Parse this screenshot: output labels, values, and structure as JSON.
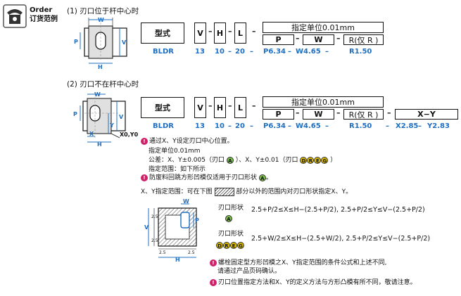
{
  "header": {
    "order_line1": "Order",
    "order_line2": "订货范例"
  },
  "section1": {
    "title": "(1) 刃口位于杆中心时",
    "diagram": {
      "w": "W",
      "p": "P",
      "v": "V",
      "h": "H"
    },
    "header_box": "指定单位0.01mm",
    "row1": [
      "型式",
      "V",
      "H",
      "L"
    ],
    "row2": [
      "P",
      "W",
      "R(仅 R )"
    ],
    "example": [
      "BLDR",
      "13",
      "10",
      "20",
      "P6.34",
      "W4.65",
      "R1.50"
    ]
  },
  "section2": {
    "title": "(2) 刃口不在杆中心时",
    "diagram": {
      "w": "W",
      "p": "P",
      "v": "V",
      "y": "Y",
      "x": "X",
      "h": "H",
      "origin": "X0,Y0"
    },
    "header_box": "指定单位0.01mm",
    "row1": [
      "型式",
      "V",
      "H",
      "L"
    ],
    "row2": [
      "P",
      "W",
      "R(仅 R )",
      "X−Y"
    ],
    "example": [
      "BLDR",
      "13",
      "10",
      "20",
      "P6.34",
      "W4.65",
      "R1.50",
      "X2.85",
      "Y2.83"
    ]
  },
  "notes": {
    "n1": "通过X、Y设定刃口中心位置。",
    "n1b": "指定单位0.01mm",
    "n1c_pre": "公差：X、Y±0.005（刃口",
    "n1c_mid": "）、X、Y±0.01（刃口",
    "n1c_end": "）",
    "n1d": "指定范围：如下所示",
    "n2_pre": "防废料回跳方形凹模仅适用于刃口形状",
    "n2_end": "。",
    "range_text_a": "X、Y指定范围：可在下图",
    "range_text_b": "部分以外的范围内对刃口形状指定X、Y。"
  },
  "range_diagram": {
    "w": "W",
    "p": "P",
    "v": "V",
    "h": "H",
    "d25a": "2.5",
    "d25b": "2.5",
    "d25c": "2.5",
    "d25d": "2.5",
    "shape1_label": "刃口形状",
    "shape1_formula": "2.5+P/2≤X≤H−(2.5+P/2), 2.5+P/2≤Y≤V−(2.5+P/2)",
    "shape2_label": "刃口形状",
    "shape2_formula": "2.5+W/2≤X≤H−(2.5+W/2), 2.5+P/2≤Y≤V−(2.5+P/2)"
  },
  "footer_notes": {
    "f1a": "螺栓固定型方形凹模之X、Y指定范围的条件公式和上述不同,",
    "f1b": "请通过产品页码确认。",
    "f2": "刃口位置指定方法和X、Y的定义方法与方形凸模有所不同，敬请注意。"
  },
  "shape_letters": {
    "a": "A",
    "d": "D",
    "r": "R",
    "e": "E",
    "g": "G"
  }
}
